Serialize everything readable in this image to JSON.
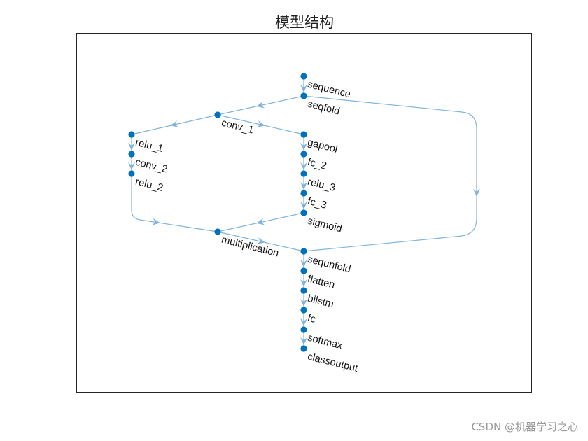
{
  "figure": {
    "title": "模型结构"
  },
  "graph": {
    "edge_color": "#80b4dc",
    "node_color": "#0072bd",
    "nodes": [
      {
        "id": "sequence",
        "label": "sequence"
      },
      {
        "id": "seqfold",
        "label": "seqfold"
      },
      {
        "id": "conv_1",
        "label": "conv_1"
      },
      {
        "id": "relu_1",
        "label": "relu_1"
      },
      {
        "id": "conv_2",
        "label": "conv_2"
      },
      {
        "id": "relu_2",
        "label": "relu_2"
      },
      {
        "id": "gapool",
        "label": "gapool"
      },
      {
        "id": "fc_2",
        "label": "fc_2"
      },
      {
        "id": "relu_3",
        "label": "relu_3"
      },
      {
        "id": "fc_3",
        "label": "fc_3"
      },
      {
        "id": "sigmoid",
        "label": "sigmoid"
      },
      {
        "id": "multiplication",
        "label": "multiplication"
      },
      {
        "id": "sequnfold",
        "label": "sequnfold"
      },
      {
        "id": "flatten",
        "label": "flatten"
      },
      {
        "id": "bilstm",
        "label": "bilstm"
      },
      {
        "id": "fc",
        "label": "fc"
      },
      {
        "id": "softmax",
        "label": "softmax"
      },
      {
        "id": "classoutput",
        "label": "classoutput"
      }
    ],
    "edges": [
      [
        "sequence",
        "seqfold"
      ],
      [
        "seqfold",
        "conv_1"
      ],
      [
        "seqfold",
        "sequnfold"
      ],
      [
        "conv_1",
        "relu_1"
      ],
      [
        "conv_1",
        "gapool"
      ],
      [
        "relu_1",
        "conv_2"
      ],
      [
        "conv_2",
        "relu_2"
      ],
      [
        "relu_2",
        "multiplication"
      ],
      [
        "gapool",
        "fc_2"
      ],
      [
        "fc_2",
        "relu_3"
      ],
      [
        "relu_3",
        "fc_3"
      ],
      [
        "fc_3",
        "sigmoid"
      ],
      [
        "sigmoid",
        "multiplication"
      ],
      [
        "multiplication",
        "sequnfold"
      ],
      [
        "sequnfold",
        "flatten"
      ],
      [
        "flatten",
        "bilstm"
      ],
      [
        "bilstm",
        "fc"
      ],
      [
        "fc",
        "softmax"
      ],
      [
        "softmax",
        "classoutput"
      ]
    ]
  },
  "watermark": "CSDN @机器学习之心"
}
